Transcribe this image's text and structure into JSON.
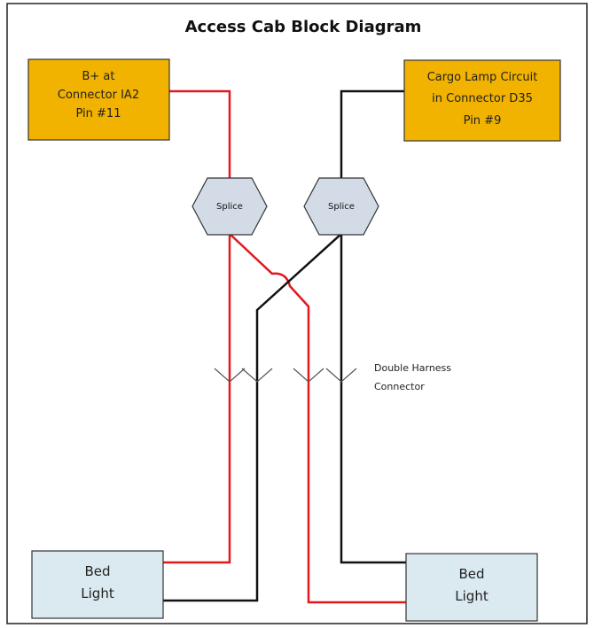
{
  "diagram": {
    "title": "Access Cab Block Diagram",
    "source_left": {
      "lines": [
        "B+ at",
        "Connector IA2",
        "Pin #11"
      ]
    },
    "source_right": {
      "lines": [
        "Cargo Lamp Circuit",
        "in Connector D35",
        "Pin #9"
      ]
    },
    "splice_left": {
      "label": "Splice"
    },
    "splice_right": {
      "label": "Splice"
    },
    "harness_label": {
      "lines": [
        "Double Harness",
        "Connector"
      ]
    },
    "bed_left": {
      "lines": [
        "Bed",
        "Light"
      ]
    },
    "bed_right": {
      "lines": [
        "Bed",
        "Light"
      ]
    }
  },
  "colors": {
    "source_fill": "#f2b200",
    "bed_fill": "#dbe9f0",
    "splice_fill": "#d3dce6",
    "b_plus_wire": "#e0191f",
    "ground_wire": "#111111"
  }
}
